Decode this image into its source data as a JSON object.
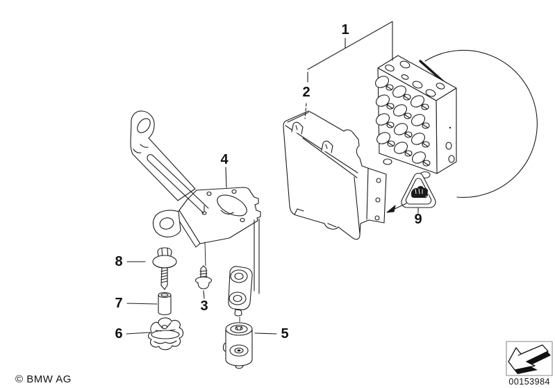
{
  "diagram": {
    "type": "exploded-parts-diagram",
    "callouts": [
      {
        "label": "1",
        "target": "hydro-unit"
      },
      {
        "label": "2",
        "target": "control-module"
      },
      {
        "label": "3",
        "target": "screw"
      },
      {
        "label": "4",
        "target": "bracket"
      },
      {
        "label": "5",
        "target": "rubber-mount"
      },
      {
        "label": "6",
        "target": "grommet"
      },
      {
        "label": "7",
        "target": "spacer-sleeve"
      },
      {
        "label": "8",
        "target": "washer-screw"
      },
      {
        "label": "9",
        "target": "warning-label"
      }
    ]
  },
  "footer": {
    "copyright": "© BMW AG",
    "document_number": "00153984"
  },
  "icons": {
    "corner": "page-back-arrow-icon",
    "warning": "pinch-hazard-icon"
  },
  "colors": {
    "background": "#ffffff",
    "line": "#1a1a1a"
  }
}
